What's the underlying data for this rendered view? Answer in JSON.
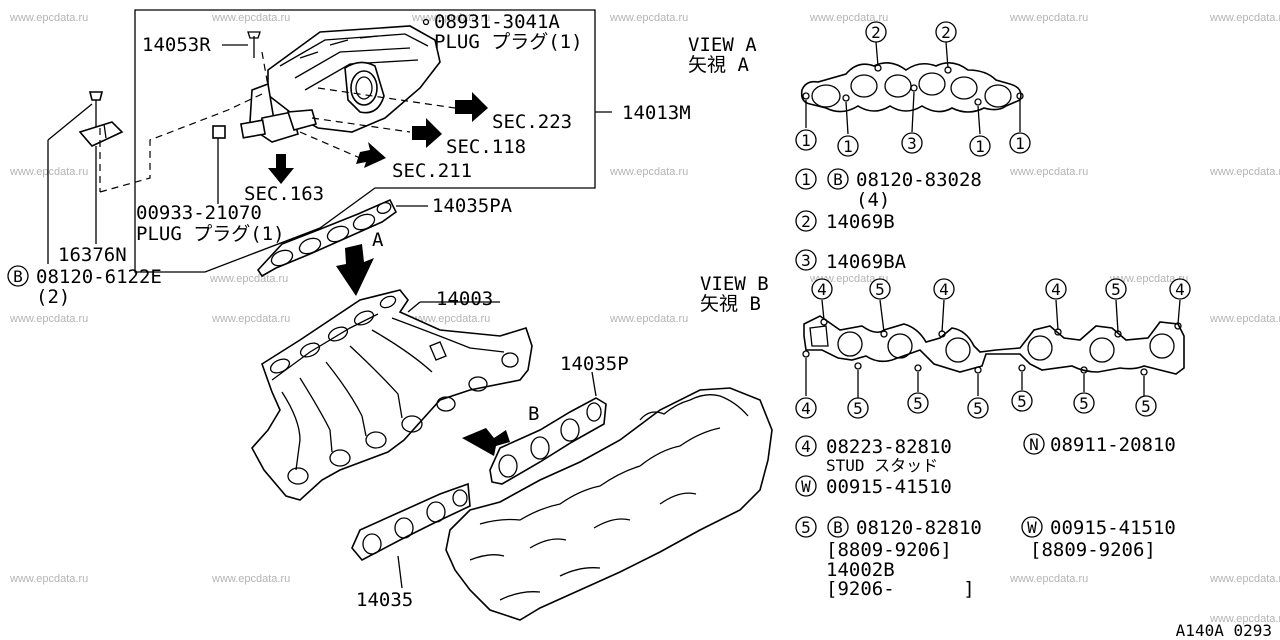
{
  "watermark": "www.epcdata.ru",
  "figure_code": "A140A 0293",
  "parts": {
    "p14053R": "14053R",
    "p08931": "08931-3041A",
    "plug_top": "PLUG プラグ(1)",
    "p14013M": "14013M",
    "sec223": "SEC.223",
    "sec118": "SEC.118",
    "sec211": "SEC.211",
    "sec163": "SEC.163",
    "p00933": "00933-21070",
    "plug_bottom": "PLUG プラグ(1)",
    "p14035PA": "14035PA",
    "p16376N": "16376N",
    "bolt_left": "08120-6122E",
    "bolt_left_qty": "(2)",
    "view_a_arrow": "A",
    "view_b_arrow": "B",
    "p14003": "14003",
    "p14035P": "14035P",
    "p14035": "14035"
  },
  "view_a": {
    "title": "VIEW A",
    "title_jp": "矢視 A",
    "top_callouts": [
      "2",
      "2"
    ],
    "bottom_callouts": [
      "1",
      "1",
      "3",
      "1",
      "1"
    ]
  },
  "view_b": {
    "title": "VIEW B",
    "title_jp": "矢視 B",
    "top_callouts": [
      "4",
      "5",
      "4",
      "4",
      "5",
      "4"
    ],
    "bottom_callouts": [
      "4",
      "5",
      "5",
      "5",
      "5",
      "5",
      "5"
    ]
  },
  "legend": {
    "l1_num": "1",
    "l1_mark": "B",
    "l1_part": "08120-83028",
    "l1_qty": "(4)",
    "l2_num": "2",
    "l2_part": "14069B",
    "l3_num": "3",
    "l3_part": "14069BA",
    "l4_num": "4",
    "l4_part": "08223-82810",
    "l4_desc": "STUD スタッド",
    "n_mark": "N",
    "n_part": "08911-20810",
    "w_mark": "W",
    "w_part": "00915-41510",
    "l5_num": "5",
    "l5_mark": "B",
    "l5_part": "08120-82810",
    "l5_range": "[8809-9206]",
    "l5_alt": "14002B",
    "l5_alt_range": "[9206-      ]",
    "w2_mark": "W",
    "w2_part": "00915-41510",
    "w2_range": "[8809-9206]"
  }
}
